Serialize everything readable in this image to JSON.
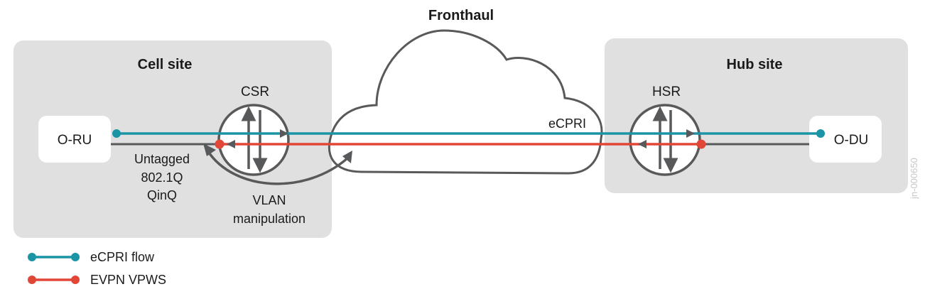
{
  "title": "Fronthaul",
  "colors": {
    "ecpri": "#1b94a6",
    "evpn": "#e24637",
    "outline": "#58595b",
    "site_bg": "#e0e0e0",
    "node_bg": "#ffffff"
  },
  "sites": {
    "cell": {
      "label": "Cell site"
    },
    "hub": {
      "label": "Hub site"
    }
  },
  "nodes": {
    "oru": {
      "label": "O-RU"
    },
    "odu": {
      "label": "O-DU"
    },
    "csr": {
      "label": "CSR",
      "icon": "router-icon"
    },
    "hsr": {
      "label": "HSR",
      "icon": "router-icon"
    }
  },
  "cloud": {
    "label": "Fronthaul",
    "link_label": "eCPRI",
    "icon": "cloud-icon"
  },
  "annotations": {
    "encap_lines": [
      "Untagged",
      "802.1Q",
      "QinQ"
    ],
    "vlan_lines": [
      "VLAN",
      "manipulation"
    ]
  },
  "legend": [
    {
      "label": "eCPRI flow",
      "color": "#1b94a6"
    },
    {
      "label": "EVPN VPWS",
      "color": "#e24637"
    }
  ],
  "figure_id": "jn-000650"
}
